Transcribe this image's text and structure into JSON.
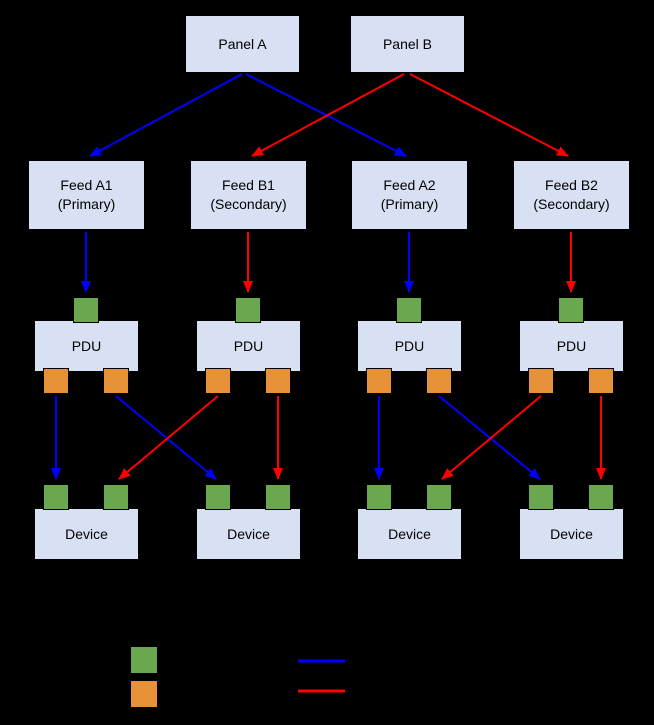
{
  "diagram": {
    "panels": [
      {
        "label": "Panel A"
      },
      {
        "label": "Panel B"
      }
    ],
    "feeds": [
      {
        "label": "Feed A1",
        "sublabel": "(Primary)"
      },
      {
        "label": "Feed B1",
        "sublabel": "(Secondary)"
      },
      {
        "label": "Feed A2",
        "sublabel": "(Primary)"
      },
      {
        "label": "Feed B2",
        "sublabel": "(Secondary)"
      }
    ],
    "pdus": [
      {
        "label": "PDU"
      },
      {
        "label": "PDU"
      },
      {
        "label": "PDU"
      },
      {
        "label": "PDU"
      }
    ],
    "devices": [
      {
        "label": "Device"
      },
      {
        "label": "Device"
      },
      {
        "label": "Device"
      },
      {
        "label": "Device"
      }
    ],
    "colors": {
      "background": "#000000",
      "box_fill": "#d8e1f3",
      "input_port": "#6aa84f",
      "output_port": "#e69138",
      "primary_path": "#0000ff",
      "secondary_path": "#ff0000"
    },
    "legend": {
      "input_port_swatch": "#6aa84f",
      "output_port_swatch": "#e69138",
      "primary_line": "#0000ff",
      "secondary_line": "#ff0000"
    }
  }
}
